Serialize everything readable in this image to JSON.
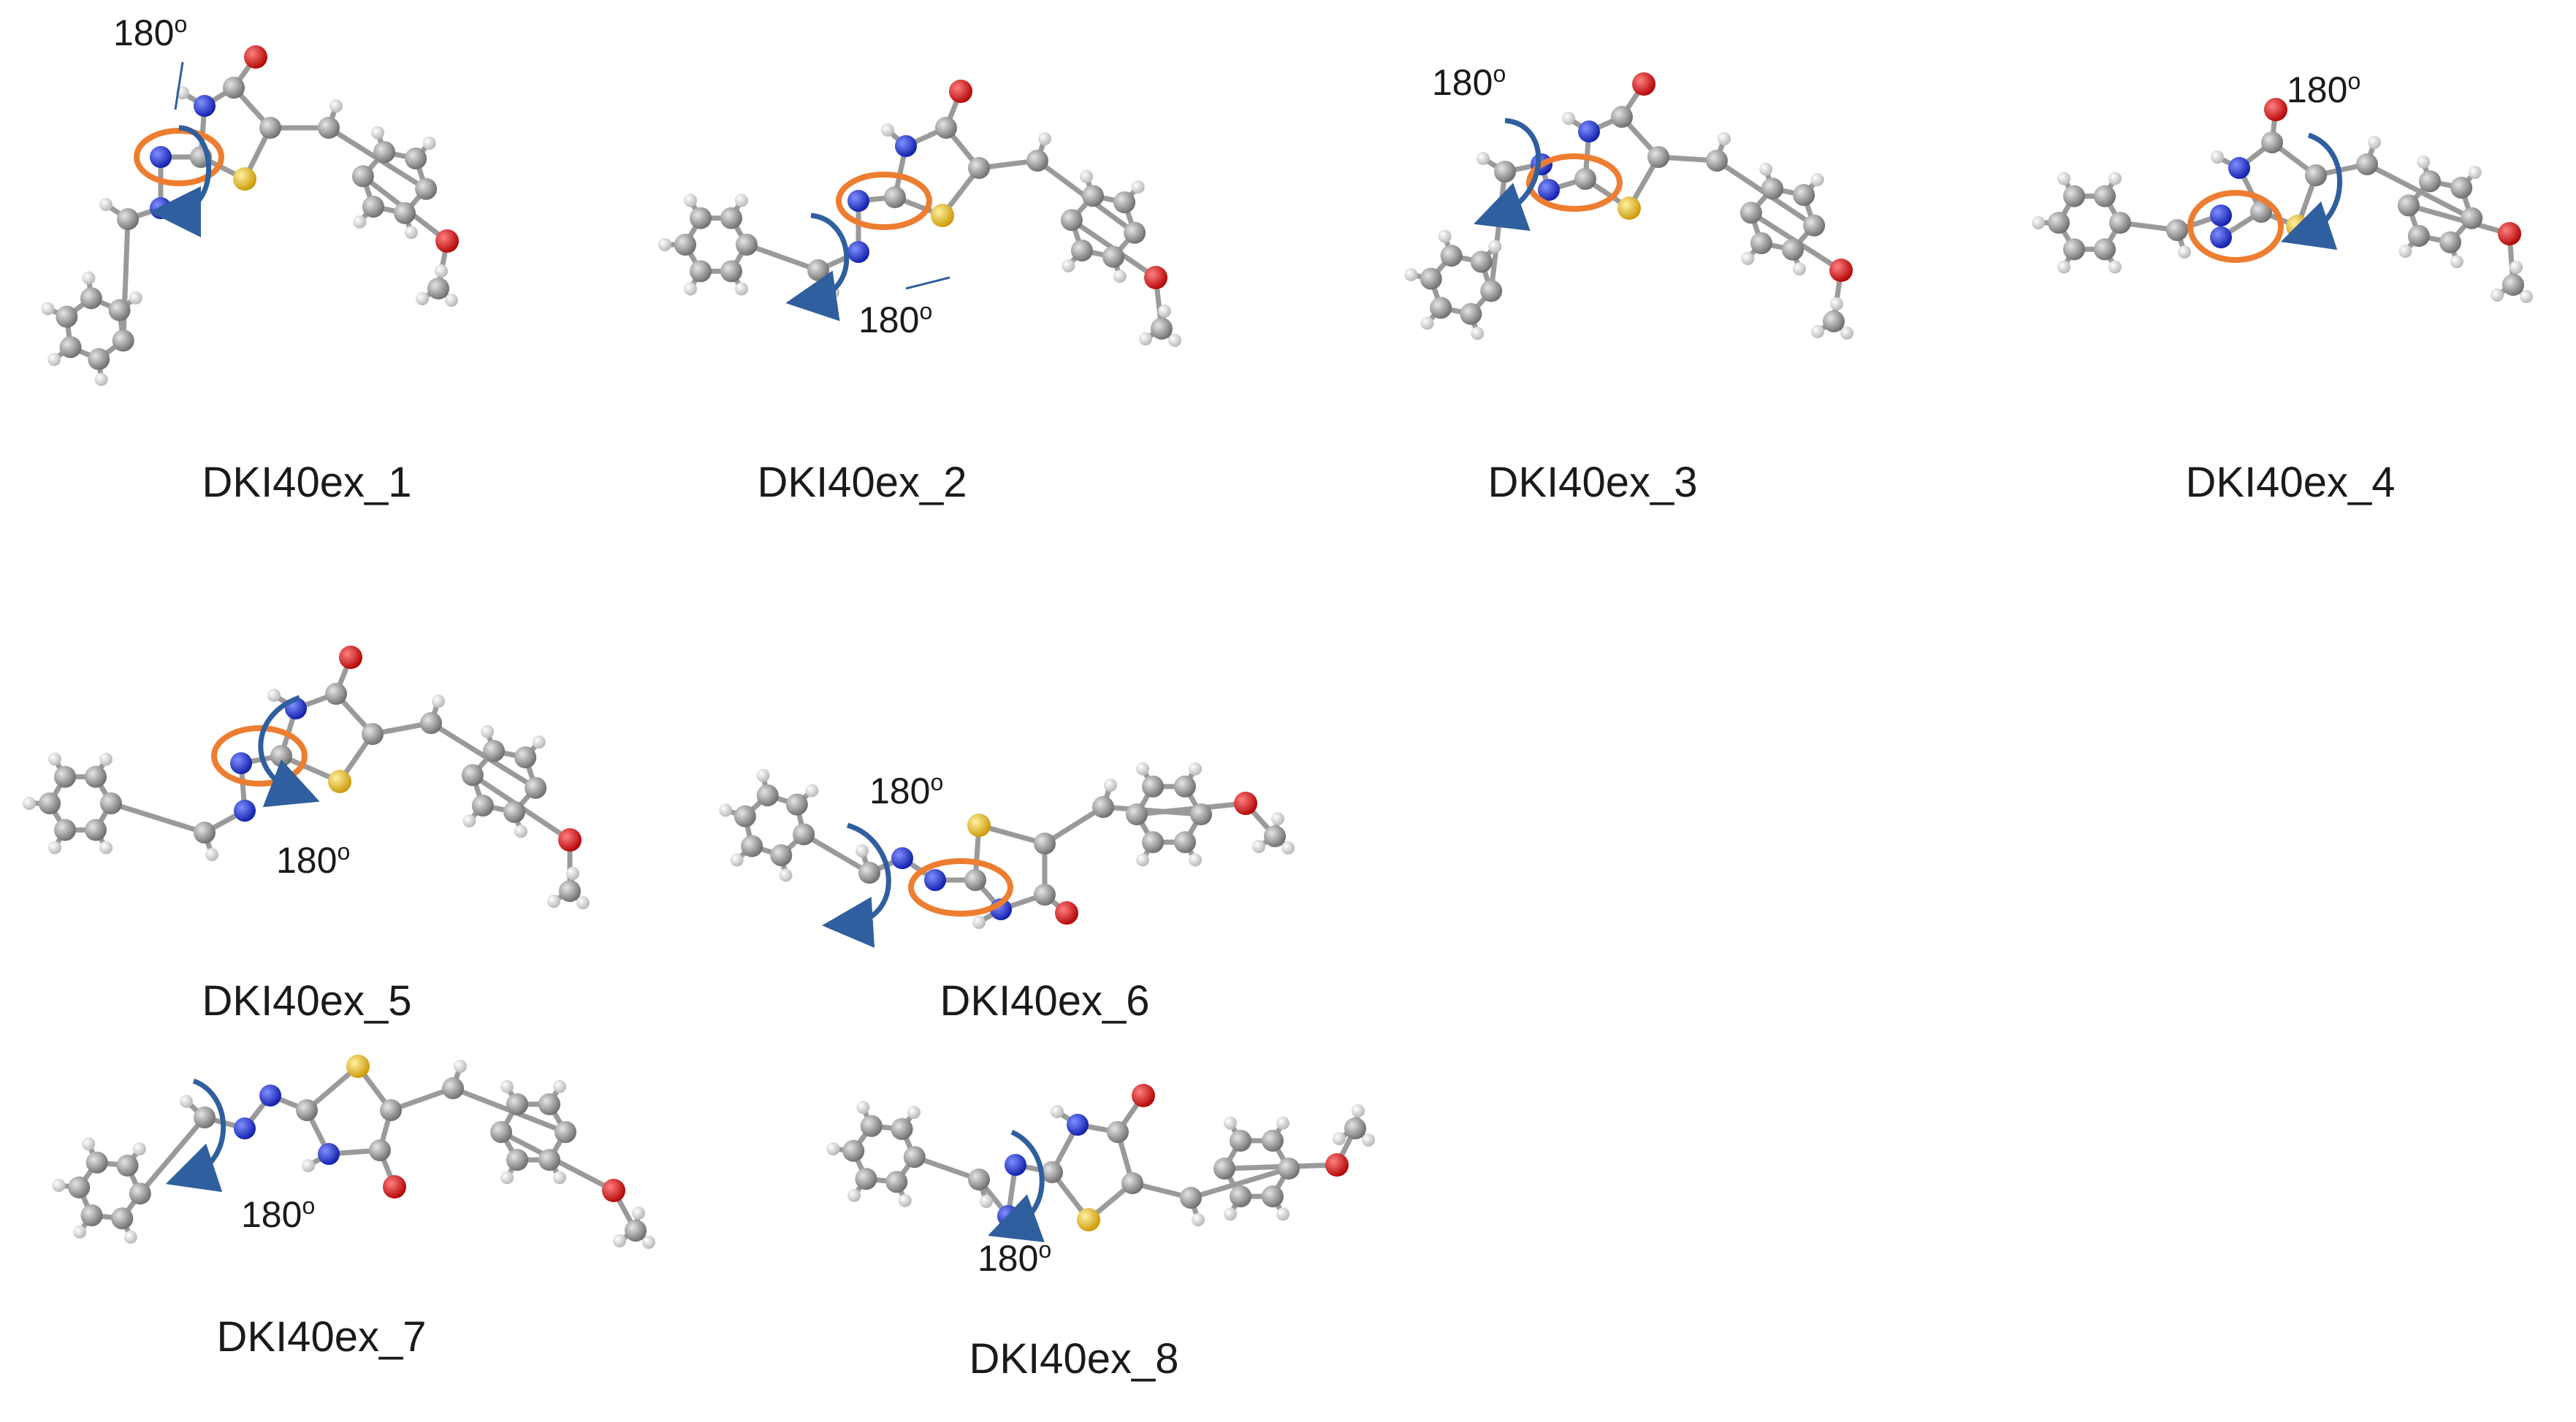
{
  "panels": [
    {
      "id": "p1",
      "caption": "DKI40ex_1",
      "angle_label": "180",
      "degree_mark": "o"
    },
    {
      "id": "p2",
      "caption": "DKI40ex_2",
      "angle_label": "180",
      "degree_mark": "o"
    },
    {
      "id": "p3",
      "caption": "DKI40ex_3",
      "angle_label": "180",
      "degree_mark": "o"
    },
    {
      "id": "p4",
      "caption": "DKI40ex_4",
      "angle_label": "180",
      "degree_mark": "o"
    },
    {
      "id": "p5",
      "caption": "DKI40ex_5",
      "angle_label": "180",
      "degree_mark": "o"
    },
    {
      "id": "p6",
      "caption": "DKI40ex_6",
      "angle_label": "180",
      "degree_mark": "o"
    },
    {
      "id": "p7",
      "caption": "DKI40ex_7",
      "angle_label": "180",
      "degree_mark": "o"
    },
    {
      "id": "p8",
      "caption": "DKI40ex_8",
      "angle_label": "180",
      "degree_mark": "o"
    }
  ],
  "colors": {
    "carbon": "#8c8c8c",
    "hydrogen": "#e8e8e8",
    "nitrogen": "#1a2fd6",
    "oxygen": "#e01010",
    "sulfur": "#f2c21a",
    "bond": "#9a9a9a",
    "rotation_arrow": "#2f5f9e",
    "highlight_ellipse": "#ed7d31"
  }
}
